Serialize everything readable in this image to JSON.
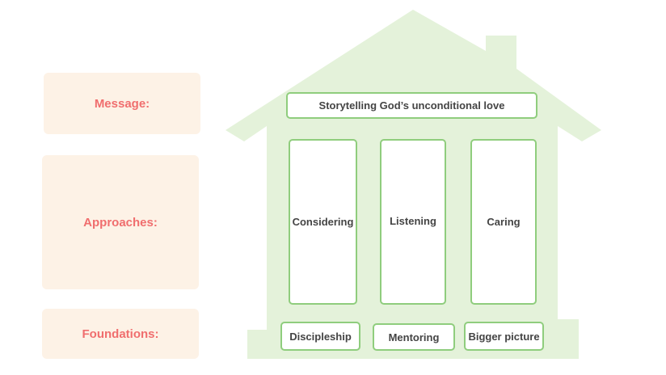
{
  "labels": {
    "message": "Message:",
    "approaches": "Approaches:",
    "foundations": "Foundations:"
  },
  "message": "Storytelling God’s unconditional love",
  "approaches": [
    "Considering",
    "Listening",
    "Caring"
  ],
  "foundations": [
    "Discipleship",
    "Mentoring",
    "Bigger picture"
  ],
  "colors": {
    "house": "#e4f2da",
    "box_border": "#8fcd7d",
    "label_bg": "#fdf2e6",
    "label_text": "#f06e6e",
    "box_text": "#444444"
  }
}
